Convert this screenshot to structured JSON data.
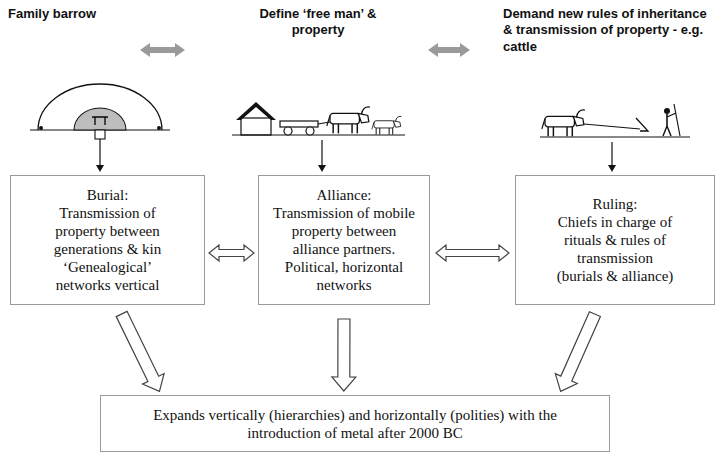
{
  "diagram": {
    "nodes": [
      {
        "text": [
          "Burial:",
          "Transmission of property between generations & kin ‘Genealogical’ networks vertical"
        ]
      },
      {
        "text": [
          "Alliance:",
          "Transmission of mobile property between alliance partners. Political, horizontal networks"
        ]
      },
      {
        "text": [
          "Ruling:",
          "Chiefs in charge of rituals & rules of transmission (burials & alliance)"
        ]
      },
      {
        "text": [
          "Expands vertically (hierarchies) and horizontally (polities) with the introduction of metal after 2000 BC"
        ]
      }
    ],
    "edges": [
      {
        "from": 0,
        "to": 1,
        "arrow": "both"
      },
      {
        "from": 1,
        "to": 2,
        "arrow": "both"
      },
      {
        "from": 0,
        "to": 3,
        "arrow": "to"
      },
      {
        "from": 1,
        "to": 3,
        "arrow": "to"
      },
      {
        "from": 2,
        "to": 3,
        "arrow": "to"
      }
    ],
    "labels": [
      "Family barrow",
      "Define ‘free man’ & property",
      "Demand new rules of inheritance & transmission of property - e.g. cattle"
    ]
  }
}
